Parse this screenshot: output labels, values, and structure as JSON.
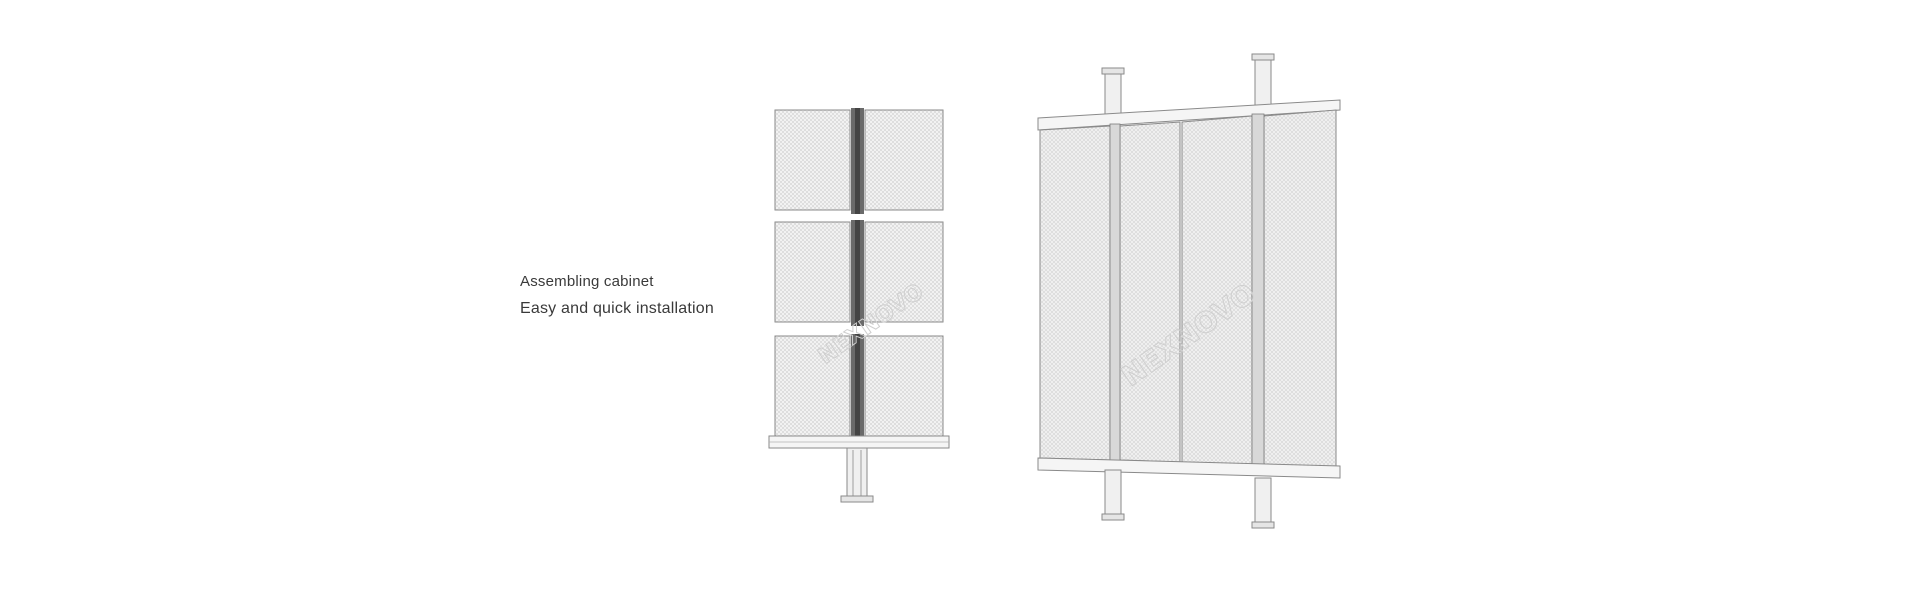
{
  "captions": {
    "line1": "Assembling cabinet",
    "line2": "Easy and quick installation"
  },
  "brand": {
    "watermark": "NEXNOVO"
  },
  "colors": {
    "background": "#ffffff",
    "panel_fill": "#ececec",
    "line": "#8a8a8a",
    "frame": "#9a9a9a",
    "text": "#3a3a3a",
    "watermark": "#d4d4d4"
  },
  "illustrations": {
    "left": {
      "icon": "cabinet-assembly-exploded-icon",
      "modules": 3
    },
    "right": {
      "icon": "cabinet-assembled-icon",
      "columns": 2
    }
  }
}
